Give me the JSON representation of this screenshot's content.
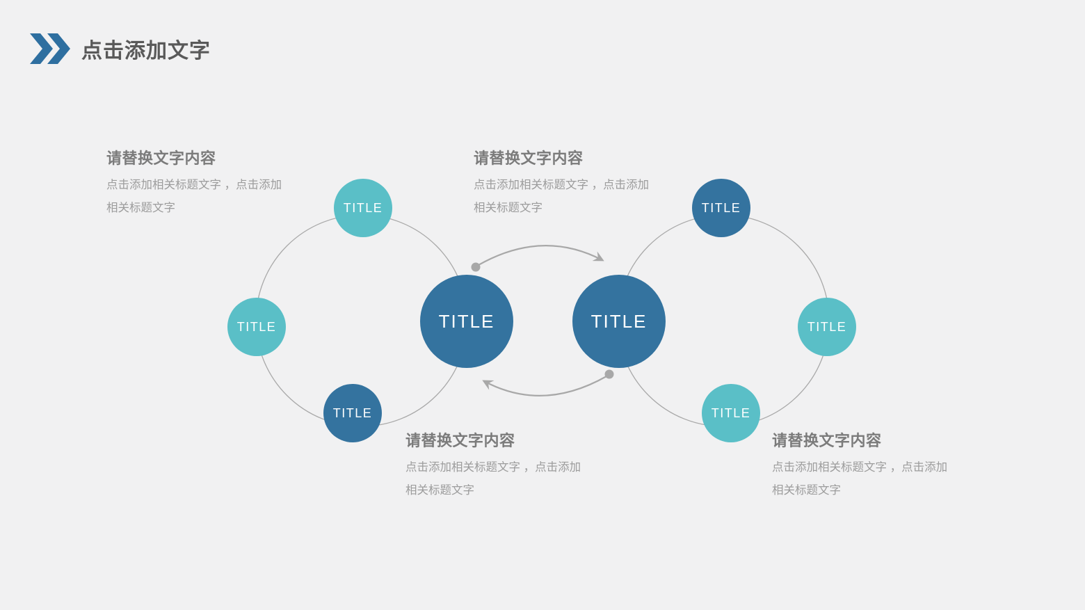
{
  "header": {
    "title": "点击添加文字",
    "icon": "double-chevron-right"
  },
  "colors": {
    "background": "#f1f1f2",
    "accent_blue": "#34739f",
    "teal": "#5abfc7",
    "line_gray": "#a8a8a8",
    "title_text": "#595959",
    "heading_text": "#7b7b7b",
    "body_text": "#9c9c9c"
  },
  "text_blocks": [
    {
      "position": "top-left",
      "heading": "请替换文字内容",
      "body_line1": "点击添加相关标题文字 ，点击添加",
      "body_line2": "相关标题文字"
    },
    {
      "position": "top-center",
      "heading": "请替换文字内容",
      "body_line1": "点击添加相关标题文字 ，点击添加",
      "body_line2": "相关标题文字"
    },
    {
      "position": "bottom-center",
      "heading": "请替换文字内容",
      "body_line1": "点击添加相关标题文字 ，点击添加",
      "body_line2": "相关标题文字"
    },
    {
      "position": "bottom-right",
      "heading": "请替换文字内容",
      "body_line1": "点击添加相关标题文字 ，点击添加",
      "body_line2": "相关标题文字"
    }
  ],
  "diagram": {
    "rings": 2,
    "flow": "two circular cycles linked by clockwise arrows between hubs",
    "nodes": [
      {
        "id": "left-hub",
        "label": "TITLE",
        "color": "dark-blue",
        "size": "large"
      },
      {
        "id": "right-hub",
        "label": "TITLE",
        "color": "dark-blue",
        "size": "large"
      },
      {
        "id": "left-ring-top",
        "label": "TITLE",
        "color": "teal",
        "size": "small"
      },
      {
        "id": "left-ring-left",
        "label": "TITLE",
        "color": "teal",
        "size": "small"
      },
      {
        "id": "left-ring-bottom",
        "label": "TITLE",
        "color": "dark-blue",
        "size": "small"
      },
      {
        "id": "right-ring-top",
        "label": "TITLE",
        "color": "dark-blue",
        "size": "small"
      },
      {
        "id": "right-ring-right",
        "label": "TITLE",
        "color": "teal",
        "size": "small"
      },
      {
        "id": "right-ring-bottom",
        "label": "TITLE",
        "color": "teal",
        "size": "small"
      }
    ]
  }
}
